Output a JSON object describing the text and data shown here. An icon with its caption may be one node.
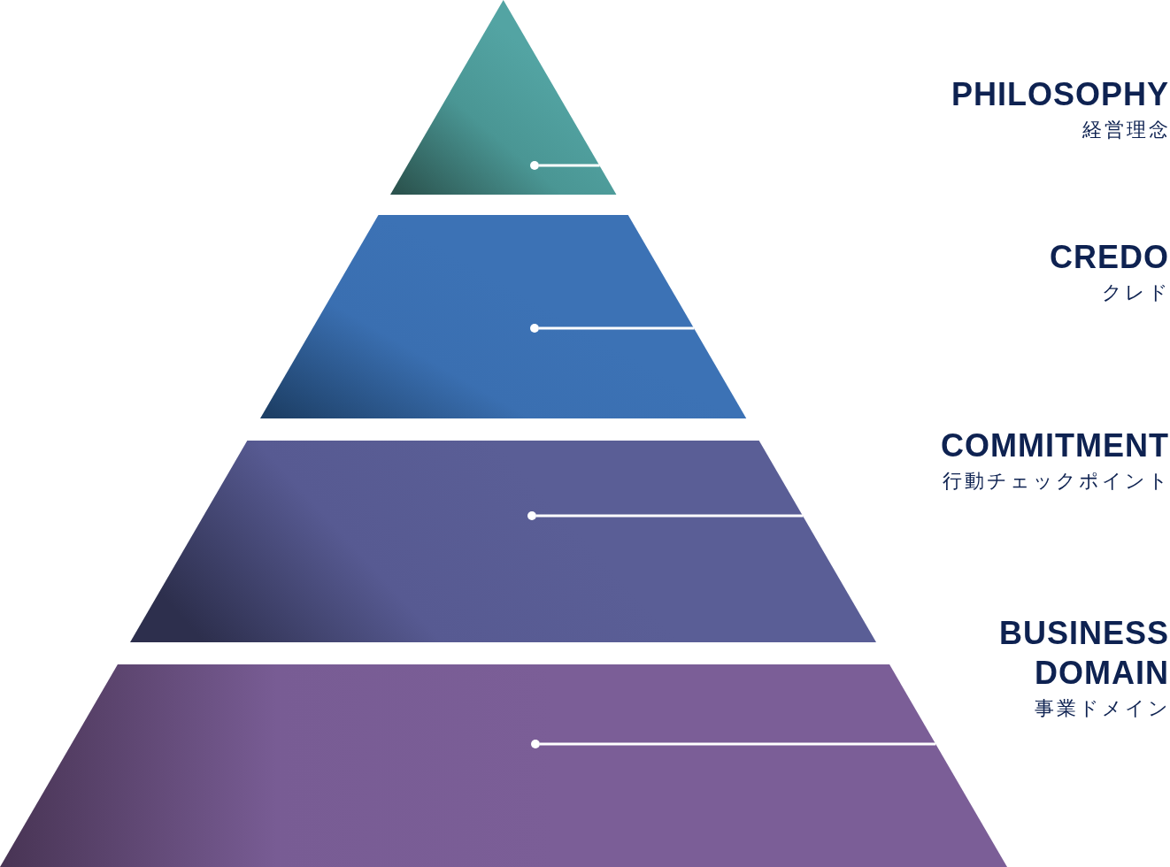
{
  "diagram": {
    "nodes": [
      {
        "text": [],
        "shape": "triangle",
        "beside": [
          "PHILOSOPHY",
          "経営理念"
        ]
      },
      {
        "text": [],
        "shape": "trapezoid",
        "beside": [
          "CREDO",
          "クレド"
        ]
      },
      {
        "text": [],
        "shape": "trapezoid",
        "beside": [
          "COMMITMENT",
          "行動チェックポイント"
        ]
      },
      {
        "text": [],
        "shape": "trapezoid",
        "beside": [
          "BUSINESS DOMAIN",
          "事業ドメイン"
        ]
      },
      {
        "text": [],
        "shape": "circle",
        "in": 0
      },
      {
        "text": [],
        "shape": "circle",
        "in": 1
      },
      {
        "text": [],
        "shape": "circle",
        "in": 2
      },
      {
        "text": [],
        "shape": "circle",
        "in": 3
      }
    ],
    "edges": [
      {
        "from": 4,
        "to": null,
        "arrow": "none"
      },
      {
        "from": 5,
        "to": null,
        "arrow": "none"
      },
      {
        "from": 6,
        "to": null,
        "arrow": "none"
      },
      {
        "from": 7,
        "to": null,
        "arrow": "none"
      }
    ]
  }
}
